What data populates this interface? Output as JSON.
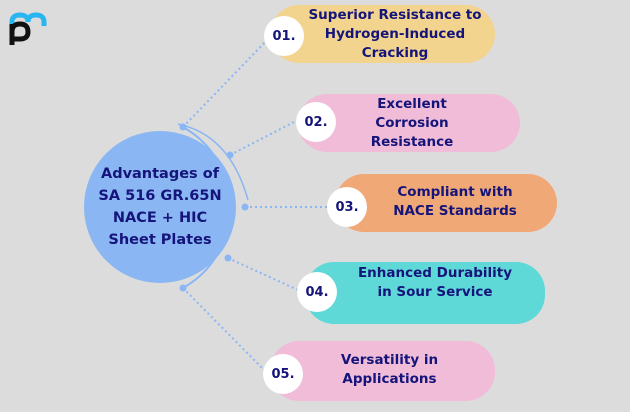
{
  "logo": {
    "icon": "pm-logo-icon",
    "colors": {
      "top": "#29b6f0",
      "bottom": "#111111"
    }
  },
  "hub": {
    "title": "Advantages of SA 516 GR.65N NACE + HIC Sheet Plates",
    "color": "#8ab6f4"
  },
  "items": [
    {
      "number": "01.",
      "label": "Superior Resistance to Hydrogen-Induced Cracking",
      "color": "#f2d48e"
    },
    {
      "number": "02.",
      "label": "Excellent Corrosion Resistance",
      "color": "#f1bcd8"
    },
    {
      "number": "03.",
      "label": "Compliant with NACE Standards",
      "color": "#f1a877"
    },
    {
      "number": "04.",
      "label": "Enhanced Durability in Sour Service",
      "color": "#5fd8d8"
    },
    {
      "number": "05.",
      "label": "Versatility in Applications",
      "color": "#f1bcd8"
    }
  ],
  "colors": {
    "text": "#14147a",
    "background": "#dcdcdc",
    "connector": "#8ab6f4"
  }
}
